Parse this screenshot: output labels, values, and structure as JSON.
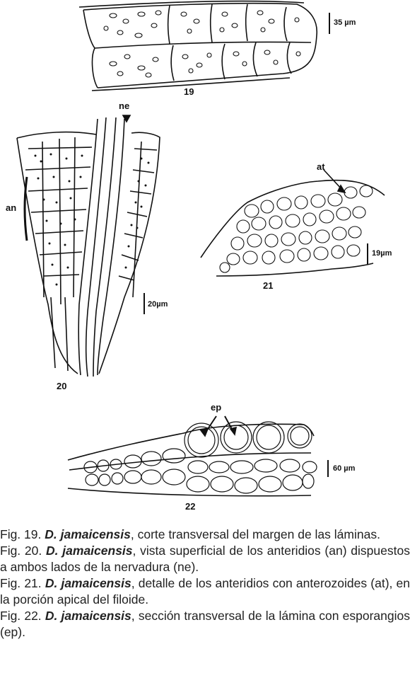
{
  "figures": [
    {
      "number": "19",
      "scale": "35 µm"
    },
    {
      "number": "20",
      "scale": "20µm",
      "labels": [
        "ne",
        "an"
      ]
    },
    {
      "number": "21",
      "scale": "19µm",
      "labels": [
        "at"
      ]
    },
    {
      "number": "22",
      "scale": "60 µm",
      "labels": [
        "ep"
      ]
    }
  ],
  "captions": [
    {
      "prefix": "Fig. 19.",
      "species": "D. jamaicensis",
      "text": ", corte transversal  del margen de las láminas."
    },
    {
      "prefix": "Fig. 20.",
      "species": "D. jamaicensis",
      "text": ", vista superficial de los anteridios (an) dispuestos a ambos lados de la nervadura (ne)."
    },
    {
      "prefix": "Fig. 21.",
      "species": "D. jamaicensis",
      "text": ", detalle de los anteridios con anterozoides (at), en la porción apical del filoide."
    },
    {
      "prefix": "Fig. 22.",
      "species": "D. jamaicensis",
      "text": ", sección transversal de la lámina con esporangios (ep)."
    }
  ]
}
